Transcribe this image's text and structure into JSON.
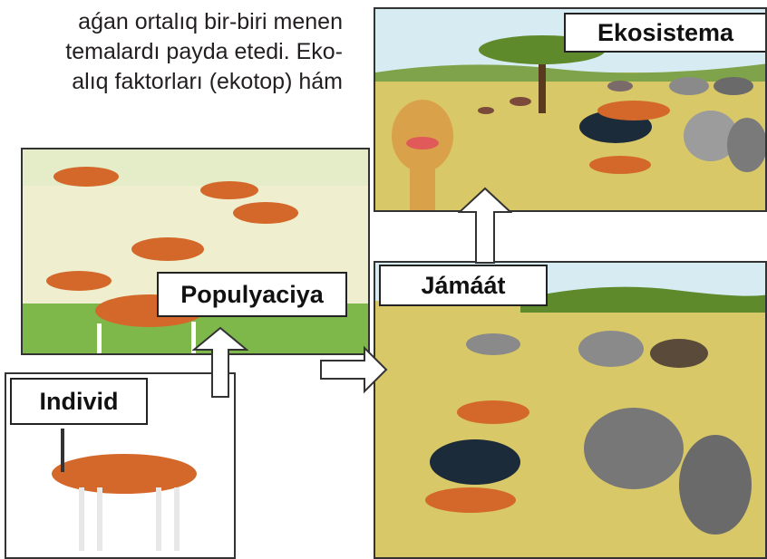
{
  "text_block": {
    "line1": "aǵan ortalıq bir-biri menen",
    "line2": "temalardı payda etedi. Eko-",
    "line3": "alıq faktorları (ekotop) hám"
  },
  "labels": {
    "individ": "Individ",
    "populyaciya": "Populyaciya",
    "jamaat": "Jámáát",
    "ekosistema": "Ekosistema"
  },
  "colors": {
    "border": "#333333",
    "sky": "#d7ecf2",
    "grass": "#d9c867",
    "antelope": "#d4682a",
    "arrow_fill": "#ffffff"
  }
}
